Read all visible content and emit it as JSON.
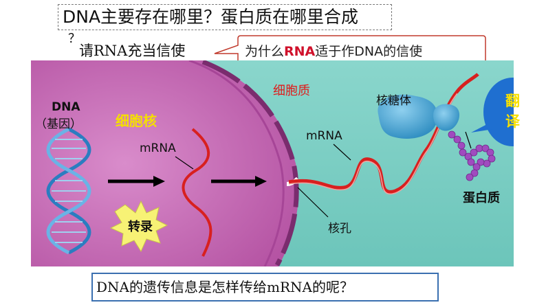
{
  "question_top": "DNA主要存在哪里？蛋白质在哪里合成",
  "question_mark": "？",
  "messenger_line": "请RNA充当信使",
  "callout": {
    "prefix": "为什么",
    "highlight": "RNA",
    "suffix": "适于作DNA的信使"
  },
  "labels": {
    "dna": "DNA",
    "dna_sub": "（基因）",
    "nucleus": "细胞核",
    "cytoplasm": "细胞质",
    "mrna_inside": "mRNA",
    "mrna_outside": "mRNA",
    "ribosome": "核糖体",
    "transcription": "转录",
    "nuclear_pore": "核孔",
    "protein": "蛋白质",
    "translation": "翻\n译"
  },
  "bottom_question": "DNA的遗传信息是怎样传给mRNA的呢？",
  "colors": {
    "cytoplasm_bg": "#7fd0c6",
    "nucleus_fill": "#c264b0",
    "nucleus_border": "#b04fa0",
    "nucleus_label": "#f5e000",
    "cytoplasm_label": "#e01a1a",
    "mrna_red": "#d8201f",
    "dna_blue": "#2b7dc0",
    "ribosome": "#3aa0cf",
    "protein": "#a04bbf",
    "translation_bubble": "#1f6fd0",
    "translation_text": "#f7e000",
    "starburst": "#f7f275"
  }
}
